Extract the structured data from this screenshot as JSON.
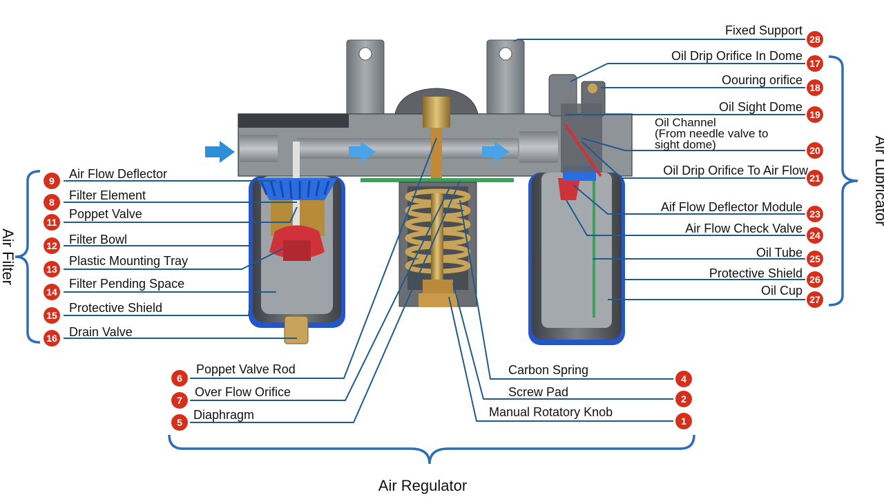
{
  "colors": {
    "badge": "#d6301c",
    "leader": "#1f5a8c",
    "brace": "#2e6fb2",
    "body_metal": "#8f9499",
    "cut_face": "#5f6368",
    "deflector": "#2a6de0",
    "seal": "#d0323a",
    "spring": "#c8a45a",
    "flow_arrow": "#2e8fd6"
  },
  "groups": {
    "air_regulator": "Air Regulator",
    "air_lubricator": "Air Lubricator",
    "air_filter": "Air Filter"
  },
  "callouts": [
    {
      "num": "1",
      "label": "Manual Rotatory Knob"
    },
    {
      "num": "2",
      "label": "Screw Pad"
    },
    {
      "num": "4",
      "label": "Carbon Spring"
    },
    {
      "num": "5",
      "label": "Diaphragm"
    },
    {
      "num": "6",
      "label": "Poppet Valve Rod"
    },
    {
      "num": "7",
      "label": "Over Flow Orifice"
    },
    {
      "num": "8",
      "label": "Filter Element"
    },
    {
      "num": "9",
      "label": "Air Flow Deflector"
    },
    {
      "num": "11",
      "label": "Poppet Valve"
    },
    {
      "num": "12",
      "label": "Filter Bowl"
    },
    {
      "num": "13",
      "label": "Plastic Mounting Tray"
    },
    {
      "num": "14",
      "label": "Filter Pending Space"
    },
    {
      "num": "15",
      "label": "Protective Shield"
    },
    {
      "num": "16",
      "label": "Drain Valve"
    },
    {
      "num": "17",
      "label": "Oil Drip Orifice In Dome"
    },
    {
      "num": "18",
      "label": "Oouring orifice"
    },
    {
      "num": "19",
      "label": "Oil Sight Dome"
    },
    {
      "num": "20",
      "label": "Oil Channel",
      "sub": [
        "(From needle valve to",
        "sight dome)"
      ]
    },
    {
      "num": "21",
      "label": "Oil Drip Orifice To Air Flow"
    },
    {
      "num": "23",
      "label": "Aif Flow Deflector Module"
    },
    {
      "num": "24",
      "label": "Air Flow Check Valve"
    },
    {
      "num": "25",
      "label": "Oil Tube"
    },
    {
      "num": "26",
      "label": "Protective Shield"
    },
    {
      "num": "27",
      "label": "Oil Cup"
    },
    {
      "num": "28",
      "label": "Fixed Support"
    }
  ]
}
